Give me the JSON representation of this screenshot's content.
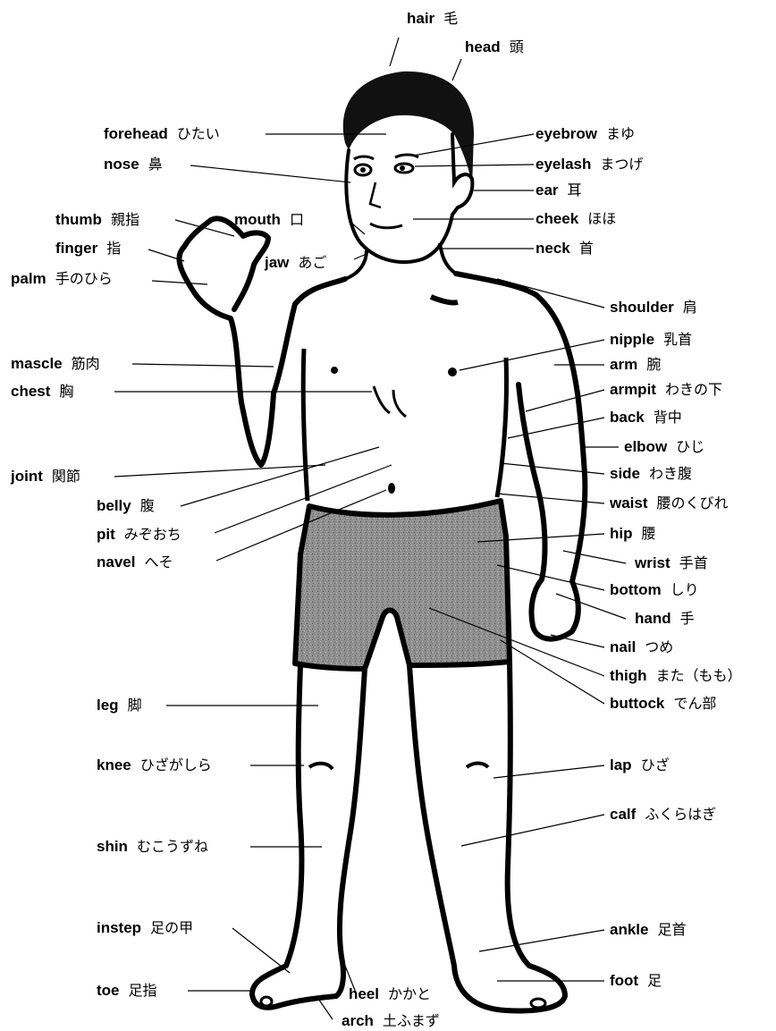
{
  "labels": [
    {
      "id": "hair",
      "en": "hair",
      "ja": "毛"
    },
    {
      "id": "head",
      "en": "head",
      "ja": "頭"
    },
    {
      "id": "forehead",
      "en": "forehead",
      "ja": "ひたい"
    },
    {
      "id": "nose",
      "en": "nose",
      "ja": "鼻"
    },
    {
      "id": "thumb",
      "en": "thumb",
      "ja": "親指"
    },
    {
      "id": "mouth",
      "en": "mouth",
      "ja": "口"
    },
    {
      "id": "finger",
      "en": "finger",
      "ja": "指"
    },
    {
      "id": "jaw",
      "en": "jaw",
      "ja": "あご"
    },
    {
      "id": "palm",
      "en": "palm",
      "ja": "手のひら"
    },
    {
      "id": "mascle",
      "en": "mascle",
      "ja": "筋肉"
    },
    {
      "id": "chest",
      "en": "chest",
      "ja": "胸"
    },
    {
      "id": "joint",
      "en": "joint",
      "ja": "関節"
    },
    {
      "id": "belly",
      "en": "belly",
      "ja": "腹"
    },
    {
      "id": "pit",
      "en": "pit",
      "ja": "みぞおち"
    },
    {
      "id": "navel",
      "en": "navel",
      "ja": "へそ"
    },
    {
      "id": "leg",
      "en": "leg",
      "ja": "脚"
    },
    {
      "id": "knee",
      "en": "knee",
      "ja": "ひざがしら"
    },
    {
      "id": "shin",
      "en": "shin",
      "ja": "むこうずね"
    },
    {
      "id": "instep",
      "en": "instep",
      "ja": "足の甲"
    },
    {
      "id": "toe",
      "en": "toe",
      "ja": "足指"
    },
    {
      "id": "heel",
      "en": "heel",
      "ja": "かかと"
    },
    {
      "id": "arch",
      "en": "arch",
      "ja": "土ふまず"
    },
    {
      "id": "eyebrow",
      "en": "eyebrow",
      "ja": "まゆ"
    },
    {
      "id": "eyelash",
      "en": "eyelash",
      "ja": "まつげ"
    },
    {
      "id": "ear",
      "en": "ear",
      "ja": "耳"
    },
    {
      "id": "cheek",
      "en": "cheek",
      "ja": "ほほ"
    },
    {
      "id": "neck",
      "en": "neck",
      "ja": "首"
    },
    {
      "id": "shoulder",
      "en": "shoulder",
      "ja": "肩"
    },
    {
      "id": "nipple",
      "en": "nipple",
      "ja": "乳首"
    },
    {
      "id": "arm",
      "en": "arm",
      "ja": "腕"
    },
    {
      "id": "armpit",
      "en": "armpit",
      "ja": "わきの下"
    },
    {
      "id": "back",
      "en": "back",
      "ja": "背中"
    },
    {
      "id": "elbow",
      "en": "elbow",
      "ja": "ひじ"
    },
    {
      "id": "side",
      "en": "side",
      "ja": "わき腹"
    },
    {
      "id": "waist",
      "en": "waist",
      "ja": "腰のくびれ"
    },
    {
      "id": "hip",
      "en": "hip",
      "ja": "腰"
    },
    {
      "id": "wrist",
      "en": "wrist",
      "ja": "手首"
    },
    {
      "id": "bottom",
      "en": "bottom",
      "ja": "しり"
    },
    {
      "id": "hand",
      "en": "hand",
      "ja": "手"
    },
    {
      "id": "nail",
      "en": "nail",
      "ja": "つめ"
    },
    {
      "id": "thigh",
      "en": "thigh",
      "ja": "また（もも）"
    },
    {
      "id": "buttock",
      "en": "buttock",
      "ja": "でん部"
    },
    {
      "id": "lap",
      "en": "lap",
      "ja": "ひざ"
    },
    {
      "id": "calf",
      "en": "calf",
      "ja": "ふくらはぎ"
    },
    {
      "id": "ankle",
      "en": "ankle",
      "ja": "足首"
    },
    {
      "id": "foot",
      "en": "foot",
      "ja": "足"
    }
  ]
}
